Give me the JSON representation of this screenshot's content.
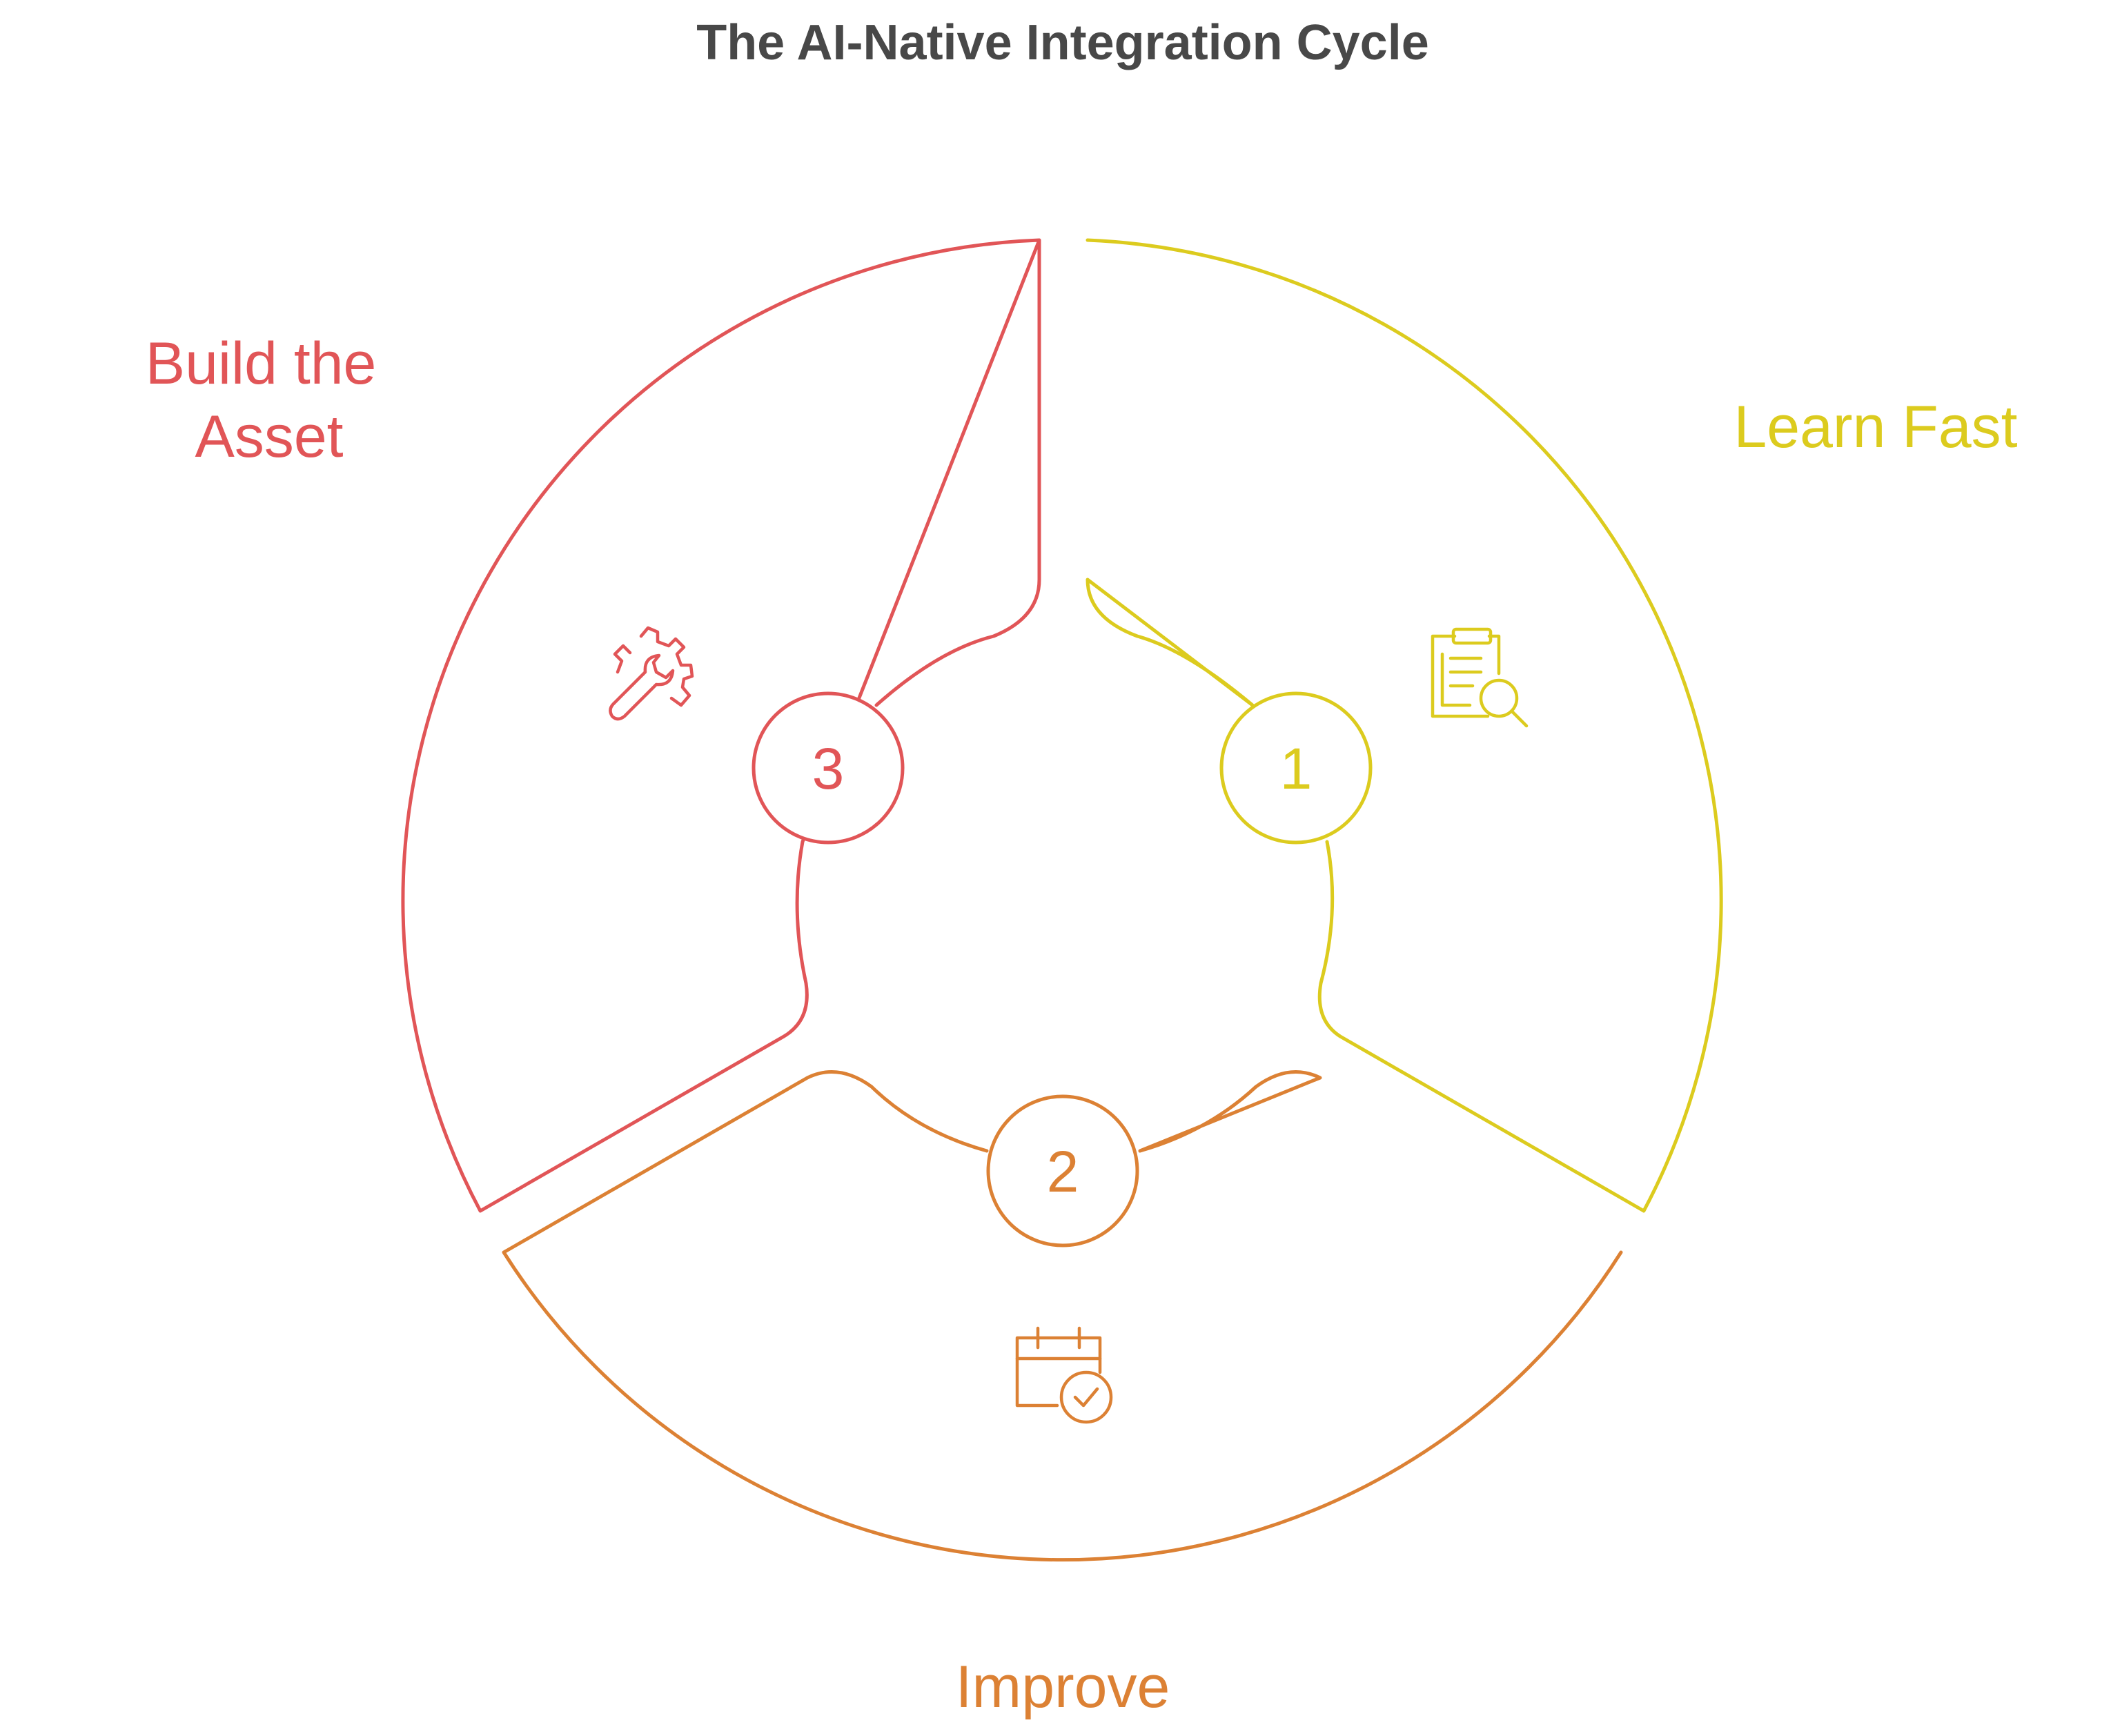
{
  "title": "The AI-Native Integration Cycle",
  "stages": [
    {
      "number": "1",
      "label_lines": [
        "Learn Fast"
      ],
      "color": "#dccb1e",
      "icon": "clipboard-search-icon"
    },
    {
      "number": "2",
      "label_lines": [
        "Improve"
      ],
      "color": "#dc8134",
      "icon": "calendar-check-icon"
    },
    {
      "number": "3",
      "label_lines": [
        "Build the",
        "Asset"
      ],
      "color": "#e15557",
      "icon": "wrench-gear-icon"
    }
  ]
}
